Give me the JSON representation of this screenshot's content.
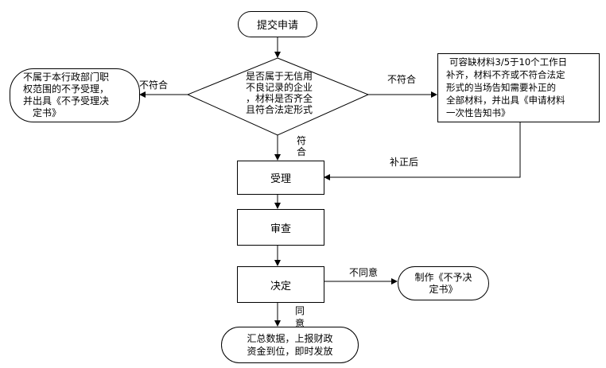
{
  "nodes": {
    "submit": "提交申请",
    "check_lines": [
      "是否属于无信用",
      "不良记录的企业",
      "，材料是否齐全",
      "且符合法定形式"
    ],
    "not_in_scope_lines": [
      "不属于本行政部门职",
      "权范围的不予受理，",
      "并出具《不予受理决",
      "定书》"
    ],
    "supplement_lines": [
      "可容缺材料3/5于10个工作日",
      "补齐，材料不齐或不符合法定",
      "形式的当场告知需要补正的",
      "全部材料，并出具《申请材料",
      "一次性告知书》"
    ],
    "accept": "受理",
    "review": "审查",
    "decision": "决定",
    "reject_doc_lines": [
      "制作《不予决",
      "定书》"
    ],
    "finish_lines": [
      "汇总数据，上报财政",
      "资金到位，即时发放"
    ]
  },
  "edges": {
    "left_not_match": "不符合",
    "right_not_match": "不符合",
    "match_lines": [
      "符",
      "合"
    ],
    "after_correction": "补正后",
    "disagree": "不同意",
    "agree_lines": [
      "同",
      "意"
    ]
  }
}
